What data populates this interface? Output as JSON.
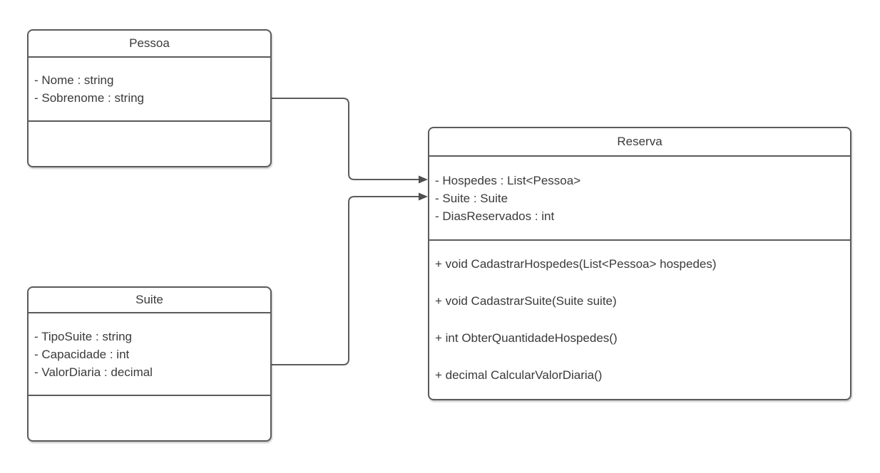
{
  "diagram": {
    "type": "uml-class-diagram",
    "colors": {
      "stroke": "#5b5b5b",
      "text": "#3a3a3a",
      "background": "#ffffff",
      "arrow": "#4f4f4f"
    },
    "classes": [
      {
        "name": "Pessoa",
        "attributes": [
          "- Nome : string",
          "- Sobrenome : string"
        ],
        "methods": []
      },
      {
        "name": "Suite",
        "attributes": [
          "- TipoSuite : string",
          "- Capacidade : int",
          "- ValorDiaria : decimal"
        ],
        "methods": []
      },
      {
        "name": "Reserva",
        "attributes": [
          "- Hospedes : List<Pessoa>",
          "- Suite : Suite",
          "- DiasReservados : int"
        ],
        "methods": [
          "+ void CadastrarHospedes(List<Pessoa> hospedes)",
          "+ void CadastrarSuite(Suite suite)",
          "+ int ObterQuantidadeHospedes()",
          "+ decimal CalcularValorDiaria()"
        ]
      }
    ],
    "connectors": [
      {
        "from": "Pessoa",
        "to": "Reserva",
        "style": "directed-arrow"
      },
      {
        "from": "Suite",
        "to": "Reserva",
        "style": "directed-arrow"
      }
    ]
  }
}
